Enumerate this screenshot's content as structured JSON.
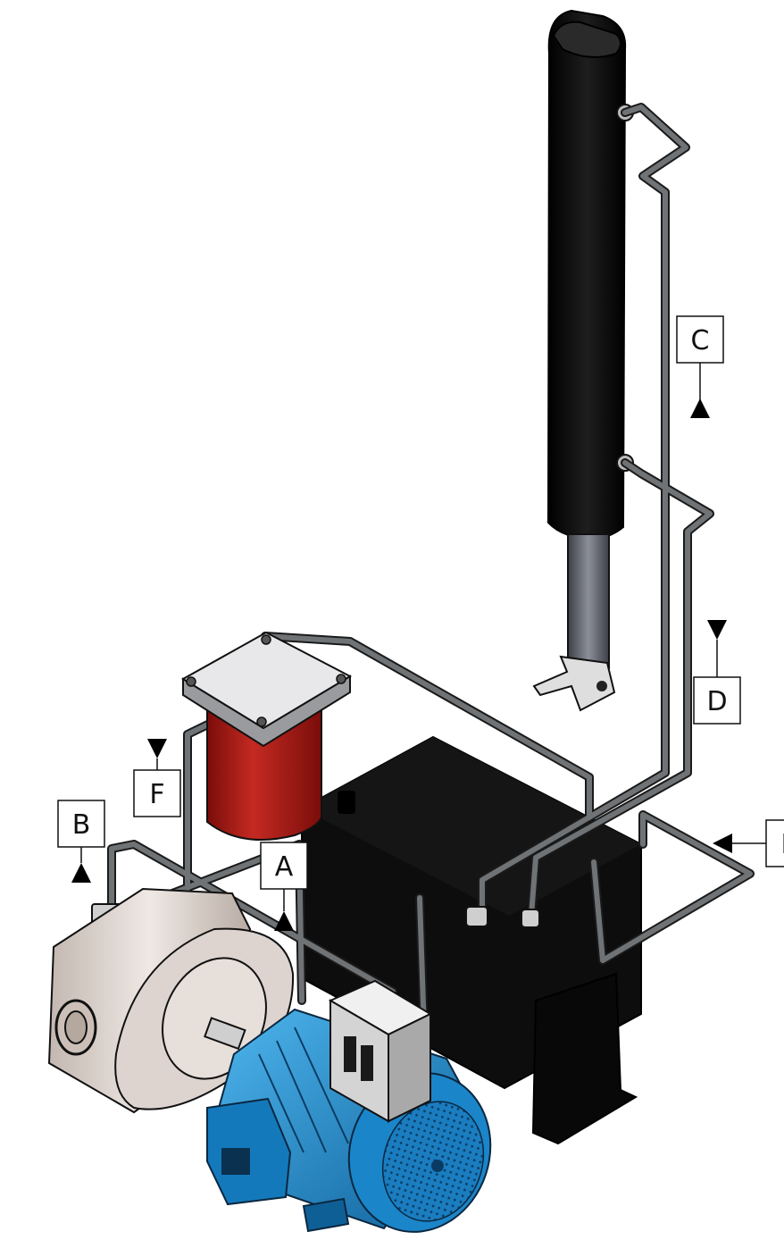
{
  "callouts": {
    "a": "A",
    "b": "B",
    "c": "C",
    "d": "D",
    "e": "E",
    "f": "F"
  },
  "colors": {
    "pipe": "#5f6366",
    "cylinder": "#0b0b0b",
    "rod": "#6c6f78",
    "filter_body": "#b01a14",
    "filter_cap": "#d9dadc",
    "tank": "#0d0d0d",
    "motor": "#1e8fd4",
    "pump": "#d8cfc9",
    "switch_box": "#dcdcdc"
  },
  "icons": [
    "triangle-arrow-icon",
    "fan-grille-icon"
  ]
}
